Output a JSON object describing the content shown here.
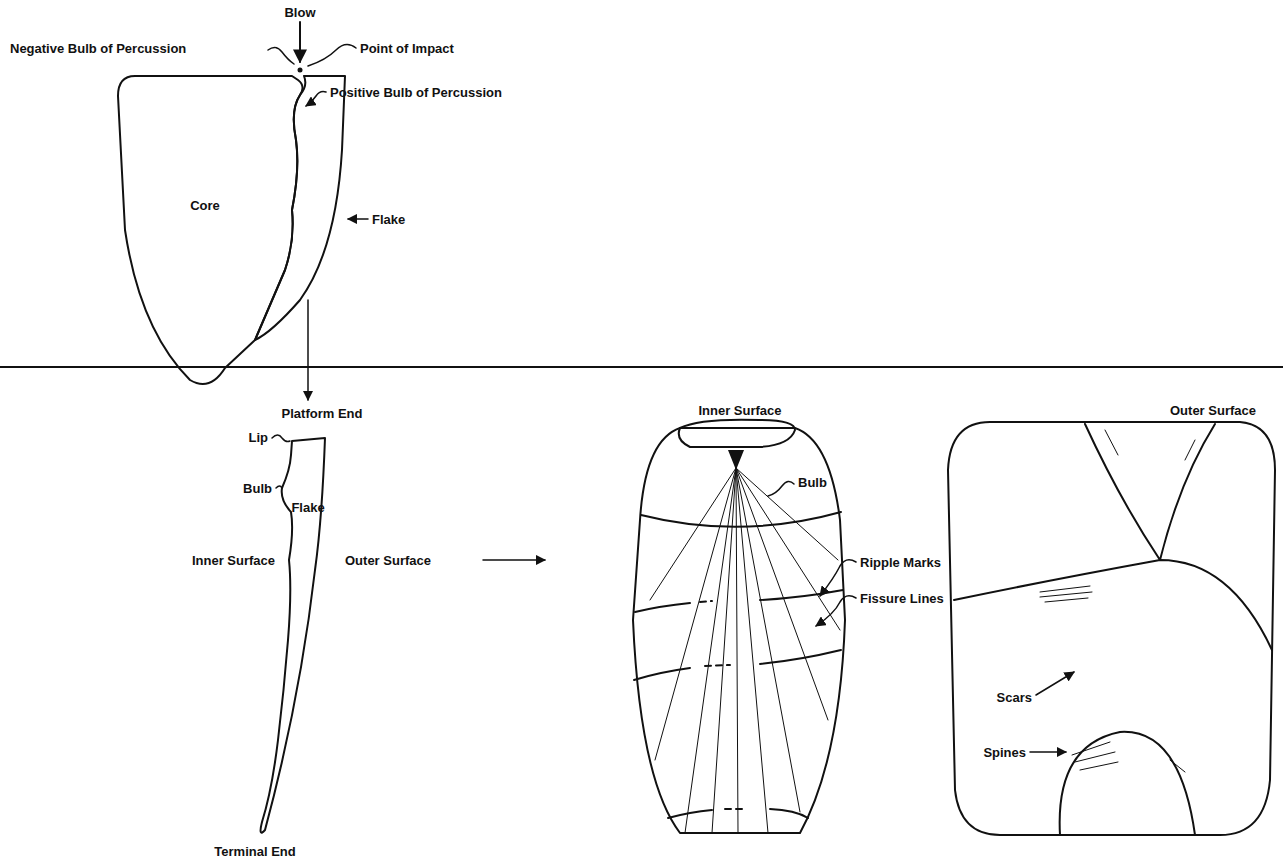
{
  "diagram": {
    "labels": [
      "Blow",
      "Negative Bulb of Percussion",
      "Point of Impact",
      "Positive Bulb of Percussion",
      "Core",
      "Flake",
      "Platform End",
      "Lip",
      "Bulb",
      "Flake",
      "Inner Surface",
      "Outer Surface",
      "Terminal End",
      "Inner Surface",
      "Bulb",
      "Ripple Marks",
      "Fissure Lines",
      "Outer Surface",
      "Scars",
      "Spines"
    ]
  }
}
